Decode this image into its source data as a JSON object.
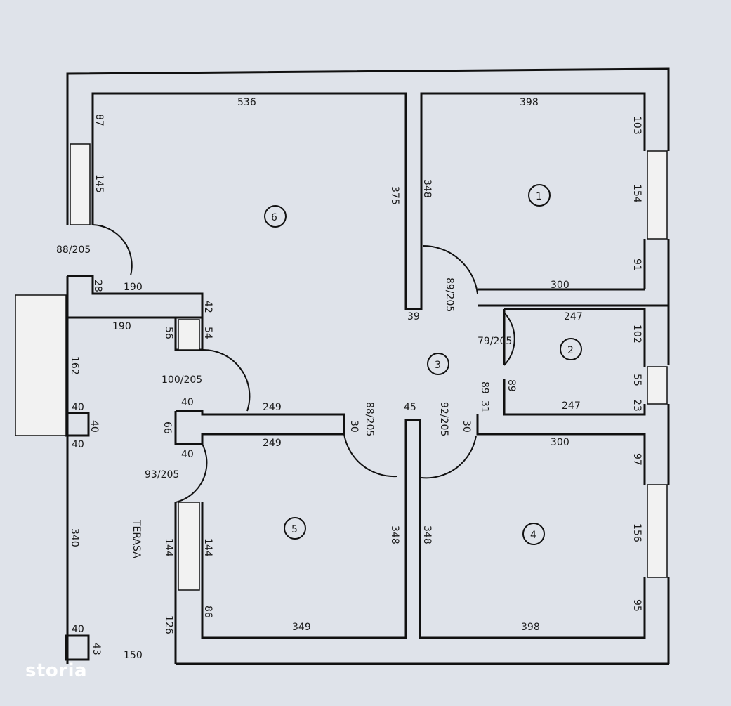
{
  "rooms": [
    "1",
    "2",
    "3",
    "4",
    "5",
    "6"
  ],
  "terrace_label": "TERASA",
  "doors": [
    "88/205",
    "89/205",
    "79/205",
    "100/205",
    "88/205",
    "92/205",
    "93/205"
  ],
  "dims": {
    "d536": "536",
    "d398a": "398",
    "d103": "103",
    "d154": "154",
    "d91": "91",
    "d87": "87",
    "d145": "145",
    "d375": "375",
    "d348a": "348",
    "d300a": "300",
    "d39": "39",
    "d247a": "247",
    "d102": "102",
    "d55": "55",
    "d23": "23",
    "d247b": "247",
    "d89a": "89",
    "d89b": "89",
    "d31": "31",
    "d28": "28",
    "d190a": "190",
    "d190b": "190",
    "d42": "42",
    "d56": "56",
    "d54": "54",
    "d162": "162",
    "d40a": "40",
    "d40b": "40",
    "d40c": "40",
    "d40d": "40",
    "d66": "66",
    "d40e": "40",
    "d249a": "249",
    "d249b": "249",
    "d30a": "30",
    "d45": "45",
    "d30b": "30",
    "d300b": "300",
    "d97": "97",
    "d156": "156",
    "d95": "95",
    "d348b": "348",
    "d348c": "348",
    "d398b": "398",
    "d349": "349",
    "d144a": "144",
    "d144b": "144",
    "d340": "340",
    "d86": "86",
    "d126": "126",
    "d40f": "40",
    "d43": "43",
    "d150": "150"
  },
  "watermark": "storia"
}
